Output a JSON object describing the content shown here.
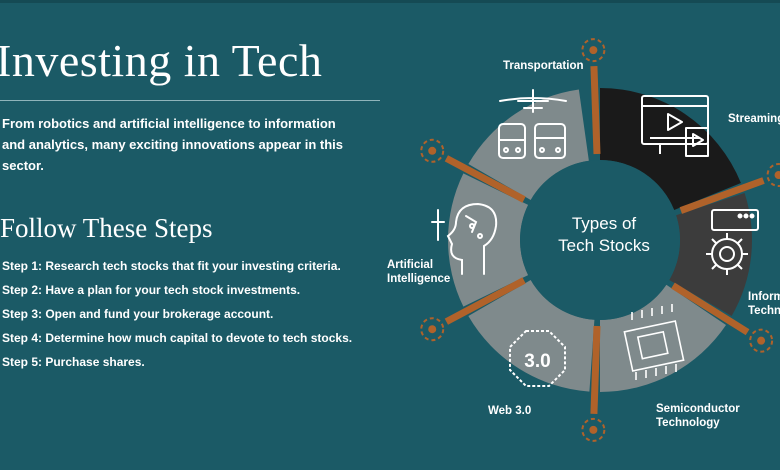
{
  "title": "Investing in Tech",
  "intro": "From robotics and artificial intelligence to information and analytics, many exciting innovations appear in this sector.",
  "steps_heading": "Follow These Steps",
  "steps": [
    "Step 1: Research tech stocks that fit your investing criteria.",
    "Step 2: Have a plan for your tech stock investments.",
    "Step 3: Open and fund your brokerage account.",
    "Step 4: Determine how much capital to devote to tech stocks.",
    "Step 5: Purchase shares."
  ],
  "wheel": {
    "center_line1": "Types of",
    "center_line2": "Tech Stocks",
    "categories": [
      {
        "line1": "Transportation",
        "line2": "",
        "icon": "transportation-icon"
      },
      {
        "line1": "Streaming",
        "line2": "",
        "icon": "streaming-icon"
      },
      {
        "line1": "Information",
        "line2": "Technology",
        "icon": "information-technology-icon"
      },
      {
        "line1": "Semiconductor",
        "line2": "Technology",
        "icon": "semiconductor-icon"
      },
      {
        "line1": "Web 3.0",
        "line2": "",
        "icon": "web3-icon"
      },
      {
        "line1": "Artificial",
        "line2": "Intelligence",
        "icon": "artificial-intelligence-icon"
      }
    ],
    "web3_badge": "3.0"
  },
  "colors": {
    "background": "#1b5a66",
    "segment_light": "#7f8a8c",
    "segment_dark": "#1a1a1a",
    "segment_mid": "#3c3c3c",
    "accent": "#b0622a"
  }
}
